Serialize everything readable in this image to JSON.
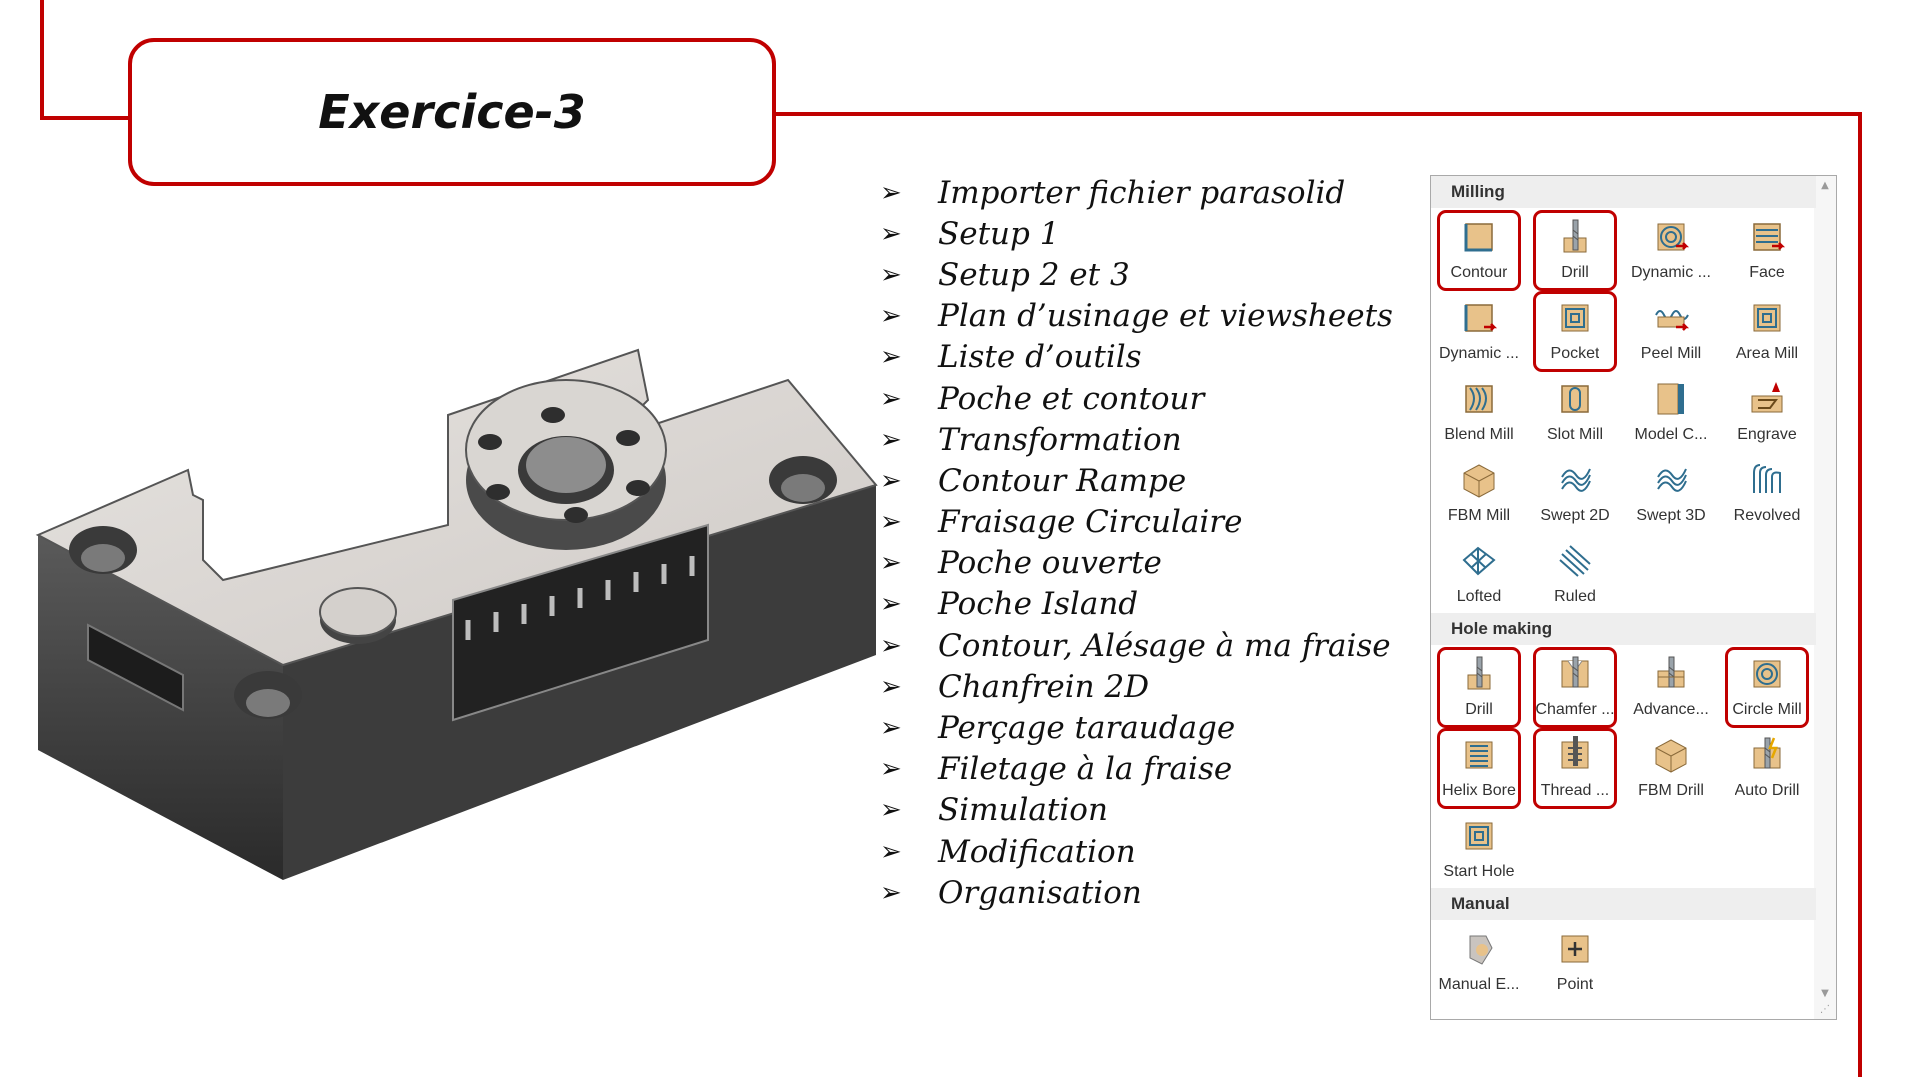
{
  "title": "Exercice-3",
  "topics": [
    "Importer fichier parasolid",
    "Setup 1",
    "Setup 2 et 3",
    "Plan d’usinage et viewsheets",
    "Liste d’outils",
    "Poche et contour",
    "Transformation",
    "Contour Rampe",
    "Fraisage Circulaire",
    "Poche ouverte",
    "Poche Island",
    "Contour, Alésage à ma fraise",
    "Chanfrein 2D",
    "Perçage taraudage",
    "Filetage à la fraise",
    "Simulation",
    "Modification",
    "Organisation"
  ],
  "bullet_glyph": "➢",
  "colors": {
    "accent": "#c00000",
    "tool_tan": "#e8c28a",
    "tool_blue": "#2f6e8f"
  },
  "panel": {
    "sections": [
      {
        "name": "Milling",
        "tools": [
          {
            "label": "Contour",
            "icon": "contour-icon",
            "highlighted": true
          },
          {
            "label": "Drill",
            "icon": "drill-icon",
            "highlighted": true
          },
          {
            "label": "Dynamic ...",
            "icon": "dynamic-mill-icon",
            "highlighted": false
          },
          {
            "label": "Face",
            "icon": "face-icon",
            "highlighted": false
          },
          {
            "label": "Dynamic ...",
            "icon": "dynamic-contour-icon",
            "highlighted": false
          },
          {
            "label": "Pocket",
            "icon": "pocket-icon",
            "highlighted": true
          },
          {
            "label": "Peel Mill",
            "icon": "peel-mill-icon",
            "highlighted": false
          },
          {
            "label": "Area Mill",
            "icon": "area-mill-icon",
            "highlighted": false
          },
          {
            "label": "Blend Mill",
            "icon": "blend-mill-icon",
            "highlighted": false
          },
          {
            "label": "Slot Mill",
            "icon": "slot-mill-icon",
            "highlighted": false
          },
          {
            "label": "Model C...",
            "icon": "model-chamfer-icon",
            "highlighted": false
          },
          {
            "label": "Engrave",
            "icon": "engrave-icon",
            "highlighted": false
          },
          {
            "label": "FBM Mill",
            "icon": "fbm-mill-icon",
            "highlighted": false
          },
          {
            "label": "Swept 2D",
            "icon": "swept-2d-icon",
            "highlighted": false
          },
          {
            "label": "Swept 3D",
            "icon": "swept-3d-icon",
            "highlighted": false
          },
          {
            "label": "Revolved",
            "icon": "revolved-icon",
            "highlighted": false
          },
          {
            "label": "Lofted",
            "icon": "lofted-icon",
            "highlighted": false
          },
          {
            "label": "Ruled",
            "icon": "ruled-icon",
            "highlighted": false
          }
        ]
      },
      {
        "name": "Hole making",
        "tools": [
          {
            "label": "Drill",
            "icon": "drill-icon",
            "highlighted": true
          },
          {
            "label": "Chamfer ...",
            "icon": "chamfer-drill-icon",
            "highlighted": true
          },
          {
            "label": "Advance...",
            "icon": "advanced-drill-icon",
            "highlighted": false
          },
          {
            "label": "Circle Mill",
            "icon": "circle-mill-icon",
            "highlighted": true
          },
          {
            "label": "Helix Bore",
            "icon": "helix-bore-icon",
            "highlighted": true
          },
          {
            "label": "Thread ...",
            "icon": "thread-mill-icon",
            "highlighted": true
          },
          {
            "label": "FBM Drill",
            "icon": "fbm-drill-icon",
            "highlighted": false
          },
          {
            "label": "Auto Drill",
            "icon": "auto-drill-icon",
            "highlighted": false
          },
          {
            "label": "Start Hole",
            "icon": "start-hole-icon",
            "highlighted": false
          }
        ]
      },
      {
        "name": "Manual",
        "tools": [
          {
            "label": "Manual E...",
            "icon": "manual-entry-icon",
            "highlighted": false
          },
          {
            "label": "Point",
            "icon": "point-icon",
            "highlighted": false
          }
        ]
      }
    ]
  }
}
